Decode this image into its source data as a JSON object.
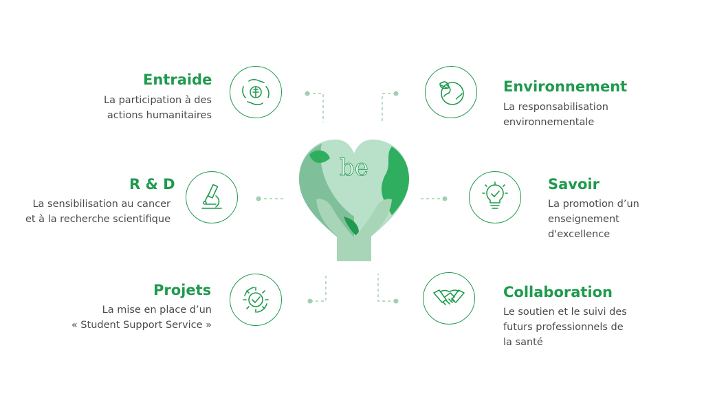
{
  "center": {
    "logo_text": "be"
  },
  "colors": {
    "accent": "#1f9a4e",
    "text": "#4a4a4a",
    "light_green": "#9fd0b1",
    "mid_green": "#7fbf9a"
  },
  "items": [
    {
      "id": "entraide",
      "title": "Entraide",
      "description": "La participation à des\nactions humanitaires",
      "icon": "hands-cross-icon"
    },
    {
      "id": "rd",
      "title": "R & D",
      "description": "La sensibilisation au cancer\net à la recherche scientifique",
      "icon": "microscope-icon"
    },
    {
      "id": "projets",
      "title": "Projets",
      "description": "La mise en place d’un\n« Student Support Service »",
      "icon": "gear-check-icon"
    },
    {
      "id": "environnement",
      "title": "Environnement",
      "description": "La responsabilisation\nenvironnementale",
      "icon": "earth-leaf-icon"
    },
    {
      "id": "savoir",
      "title": "Savoir",
      "description": "La promotion d’un\nenseignement\nd'excellence",
      "icon": "lightbulb-check-icon"
    },
    {
      "id": "collaboration",
      "title": "Collaboration",
      "description": "Le soutien et le suivi des\nfuturs professionnels de\nla santé",
      "icon": "handshake-icon"
    }
  ]
}
